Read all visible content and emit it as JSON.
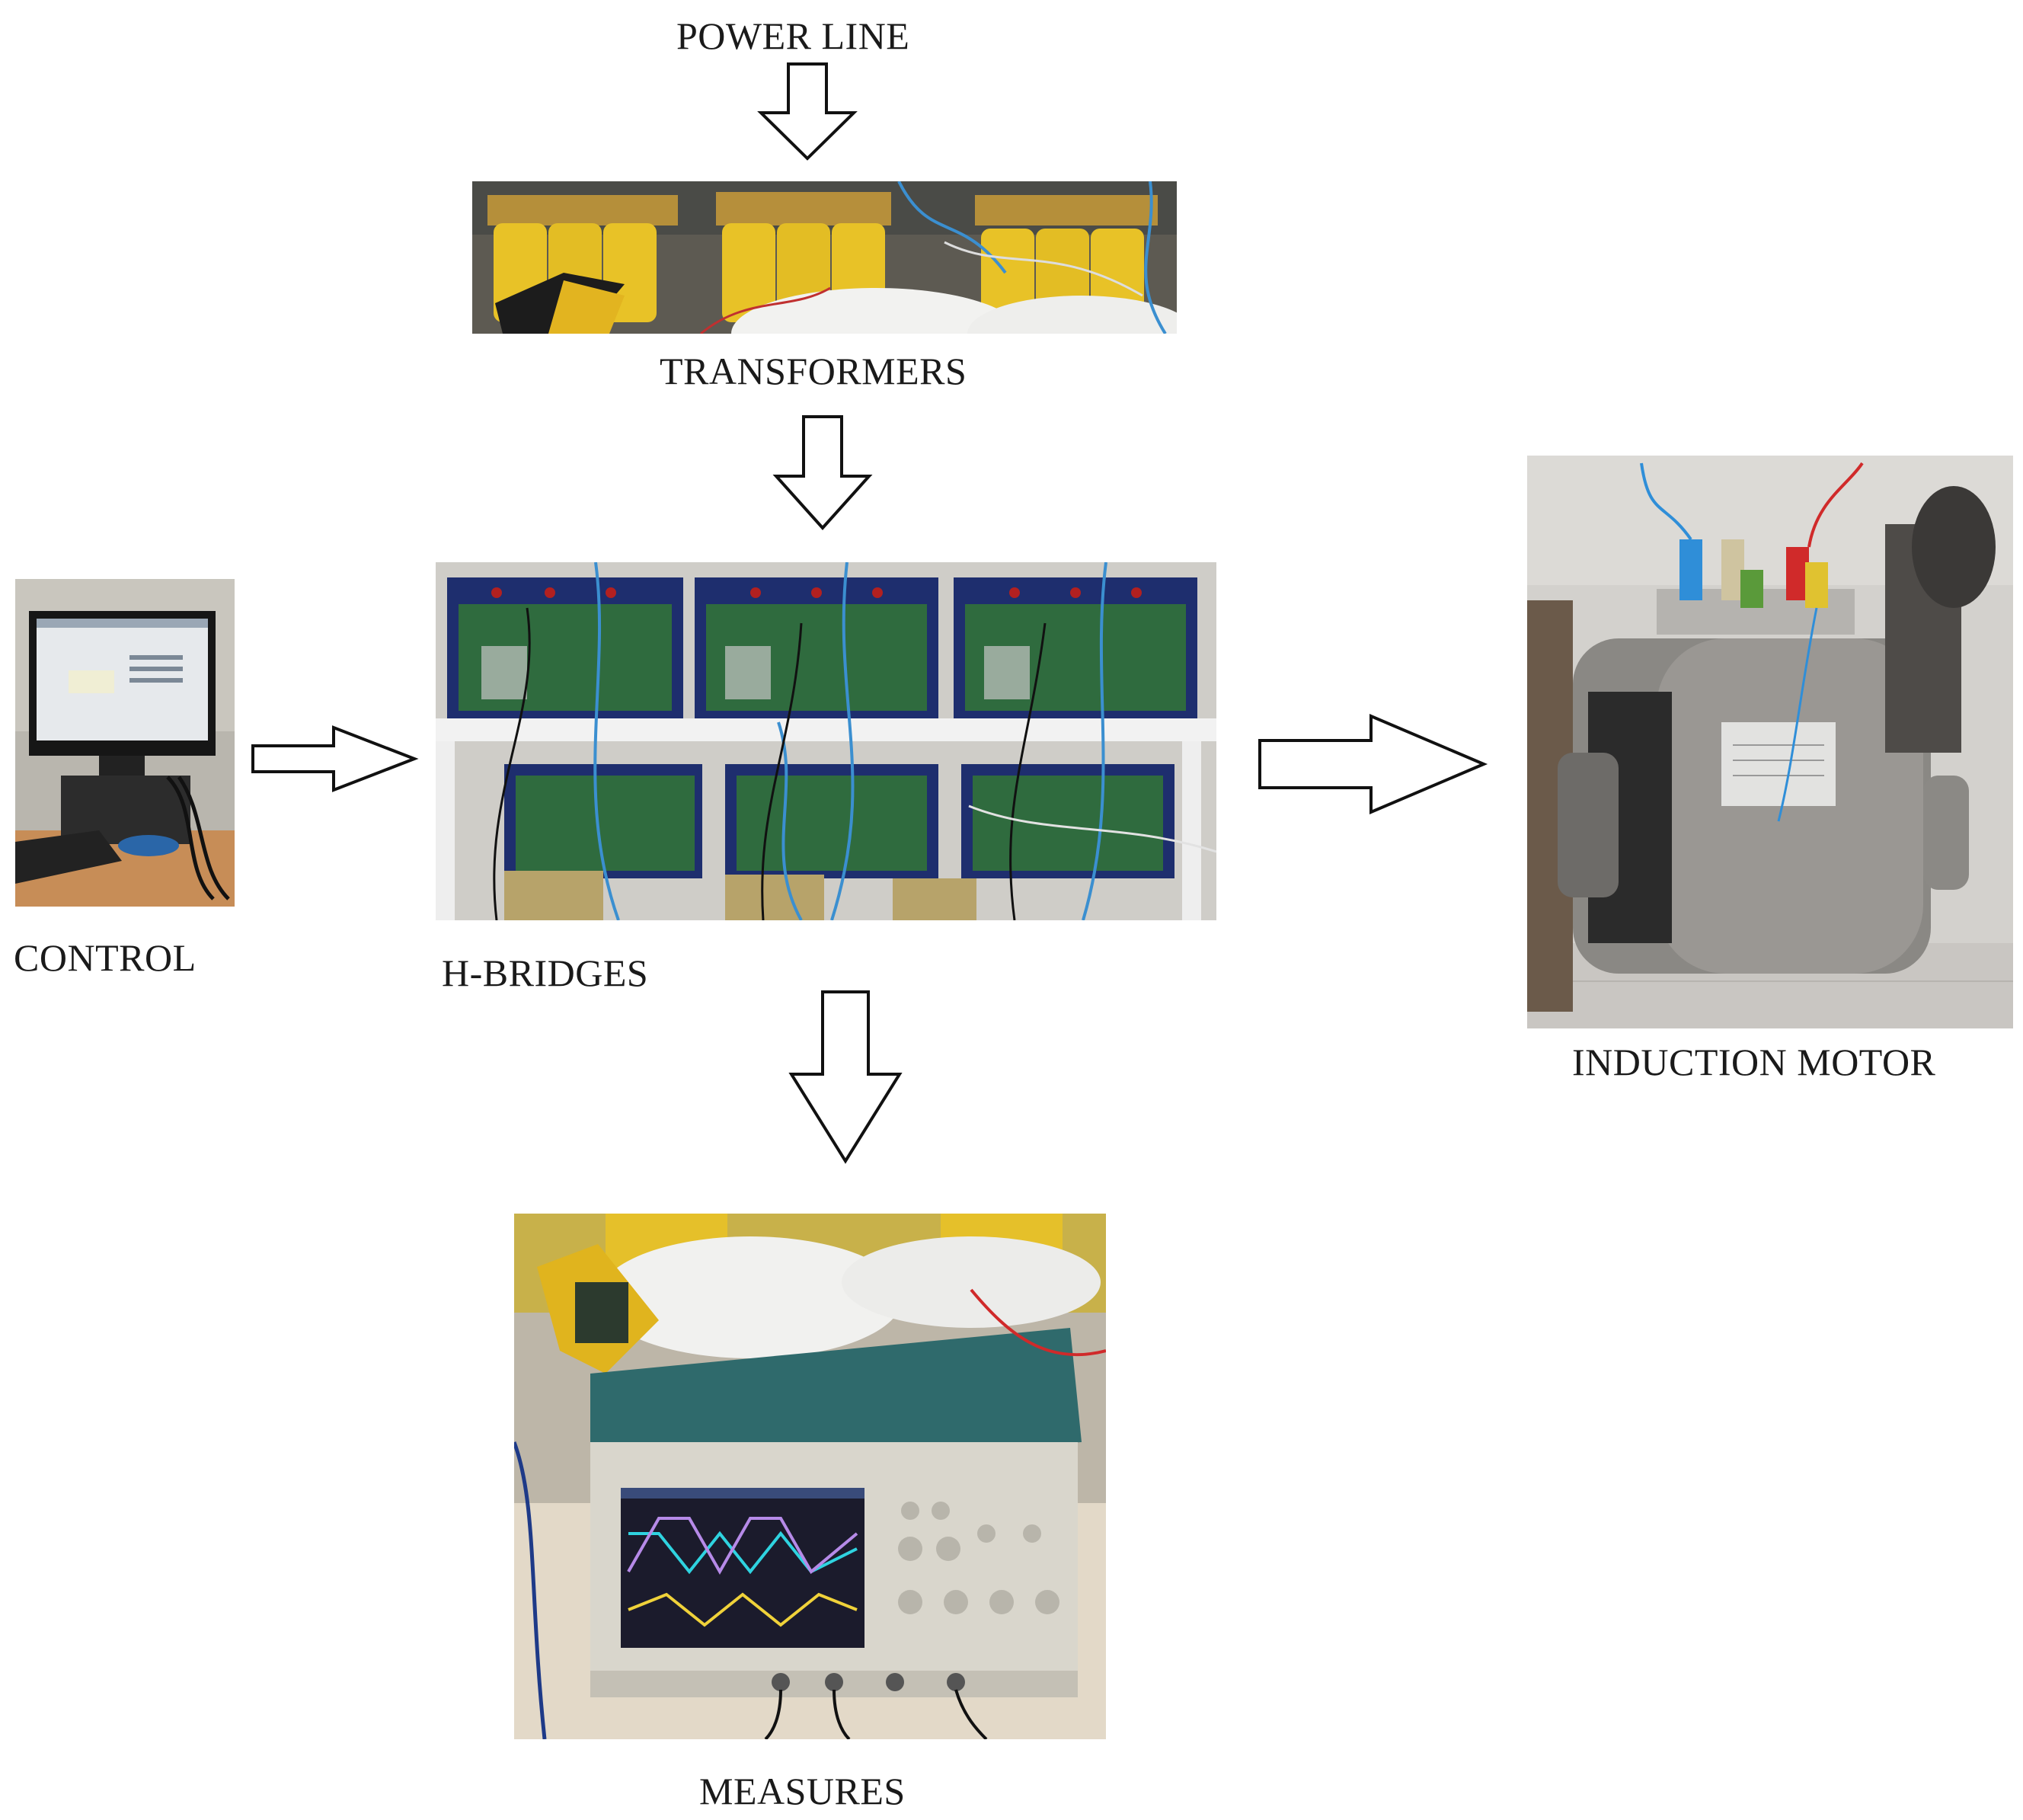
{
  "labels": {
    "power_line": "POWER LINE",
    "transformers": "TRANSFORMERS",
    "control": "CONTROL",
    "h_bridges": "H-BRIDGES",
    "induction_motor": "INDUCTION MOTOR",
    "measures": "MEASURES"
  }
}
